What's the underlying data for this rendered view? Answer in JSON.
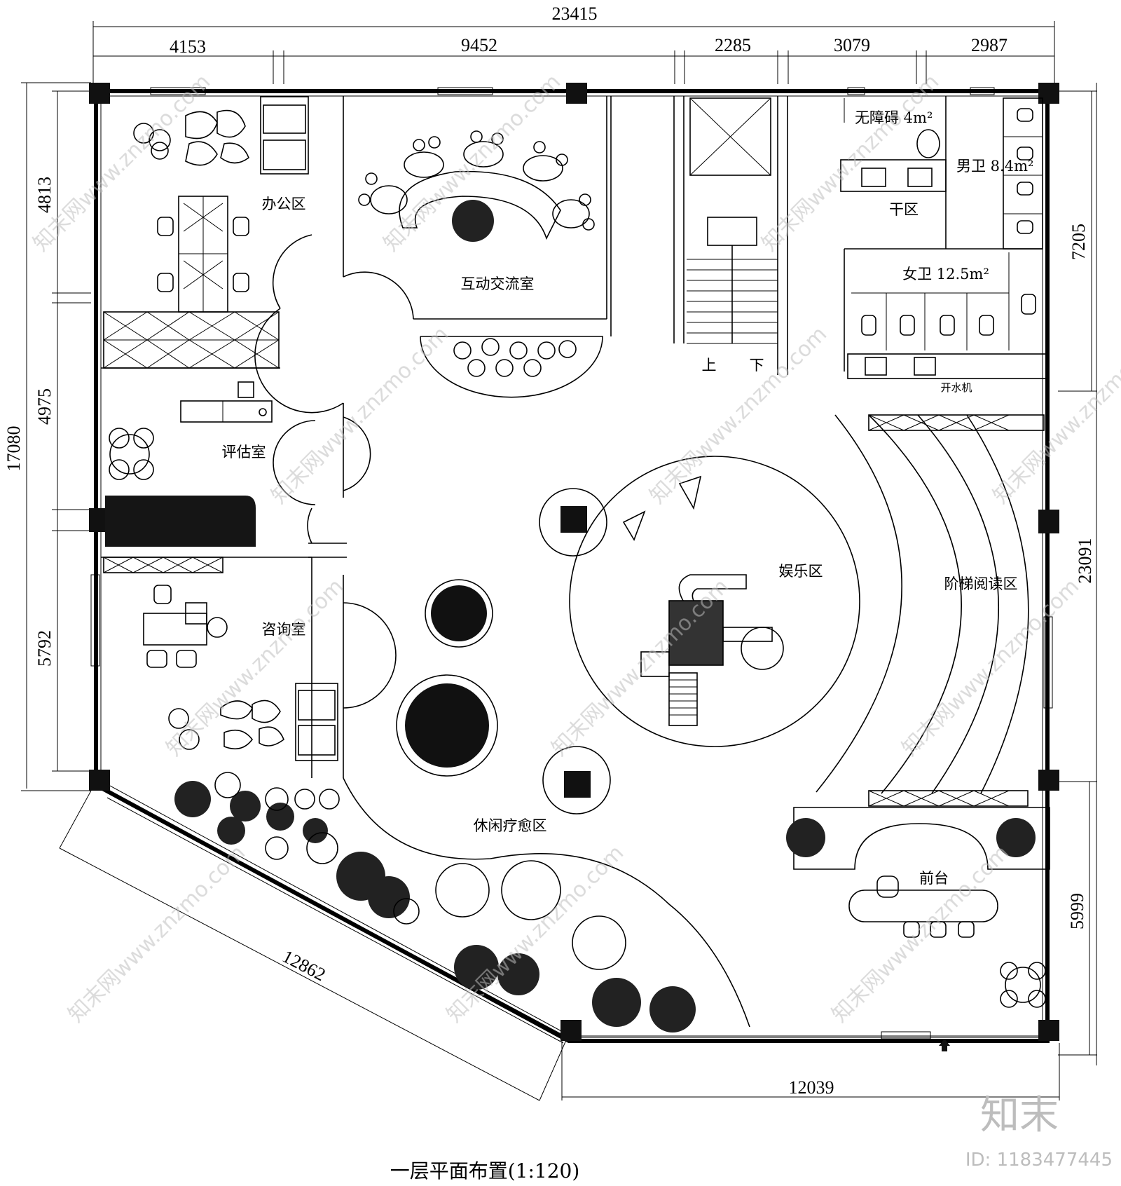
{
  "dimensions": {
    "top_total": "23415",
    "top_segments": [
      "4153",
      "9452",
      "2285",
      "3079",
      "2987"
    ],
    "left_total": "17080",
    "left_segments": [
      "4813",
      "4975",
      "5792"
    ],
    "right_segments": [
      "7205",
      "23091",
      "5999"
    ],
    "bottom": "12039",
    "diagonal": "12862"
  },
  "rooms": {
    "office": "办公区",
    "interaction": "互动交流室",
    "accessible": "无障碍 4m²",
    "mens": "男卫 8.4m²",
    "dry_area": "干区",
    "womens": "女卫 12.5m²",
    "water_dispenser": "开水机",
    "assessment": "评估室",
    "play": "娱乐区",
    "reading": "阶梯阅读区",
    "consultation": "咨询室",
    "leisure": "休闲疗愈区",
    "reception": "前台"
  },
  "stairs": {
    "up": "上",
    "down": "下"
  },
  "title": "一层平面布置(1:120)",
  "watermark": {
    "logo": "知末",
    "id": "ID: 1183477445",
    "tile": "知末网www.znzmo.com"
  },
  "colors": {
    "line": "#000000",
    "watermark": "#bdbdbd",
    "background": "#ffffff"
  }
}
